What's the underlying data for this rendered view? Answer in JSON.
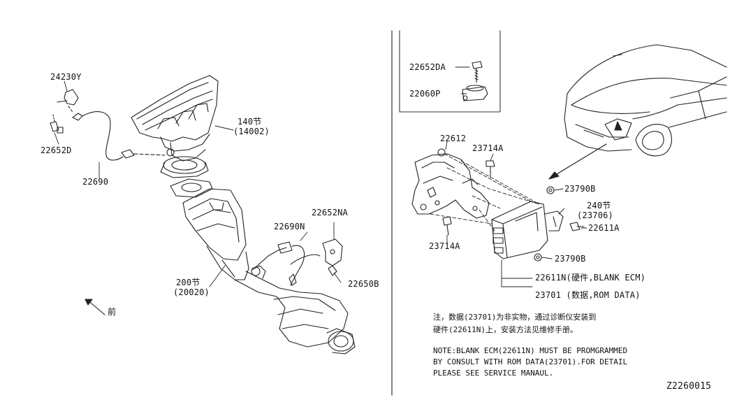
{
  "labels": {
    "p24230Y": "24230Y",
    "p22652D": "22652D",
    "p22690": "22690",
    "p140a": "140节",
    "p140b": "(14002)",
    "p22690N": "22690N",
    "p22652NA": "22652NA",
    "p22650B": "22650B",
    "p200a": "200节",
    "p200b": "(20020)",
    "front": "前",
    "p22652DA": "22652DA",
    "p22060P": "22060P",
    "p22612": "22612",
    "p23714A_top": "23714A",
    "p23714A_bot": "23714A",
    "p23790B_top": "23790B",
    "p23790B_bot": "23790B",
    "p240a": "240节",
    "p240b": "(23706)",
    "p22611A": "22611A",
    "p22611N": "22611N(硬件,BLANK ECM)",
    "p23701": "23701 (数据,ROM DATA)"
  },
  "notes": {
    "cn_line1": "注，数据(23701)为非实物，通过诊断仪安装到",
    "cn_line2": "硬件(22611N)上，安装方法见维修手册。",
    "en_line1": "NOTE:BLANK ECM(22611N) MUST BE PROMGRAMMED",
    "en_line2": "BY CONSULT WITH ROM DATA(23701).FOR DETAIL",
    "en_line3": "PLEASE SEE SERVICE MANAUL."
  },
  "diagram_id": "Z2260015"
}
